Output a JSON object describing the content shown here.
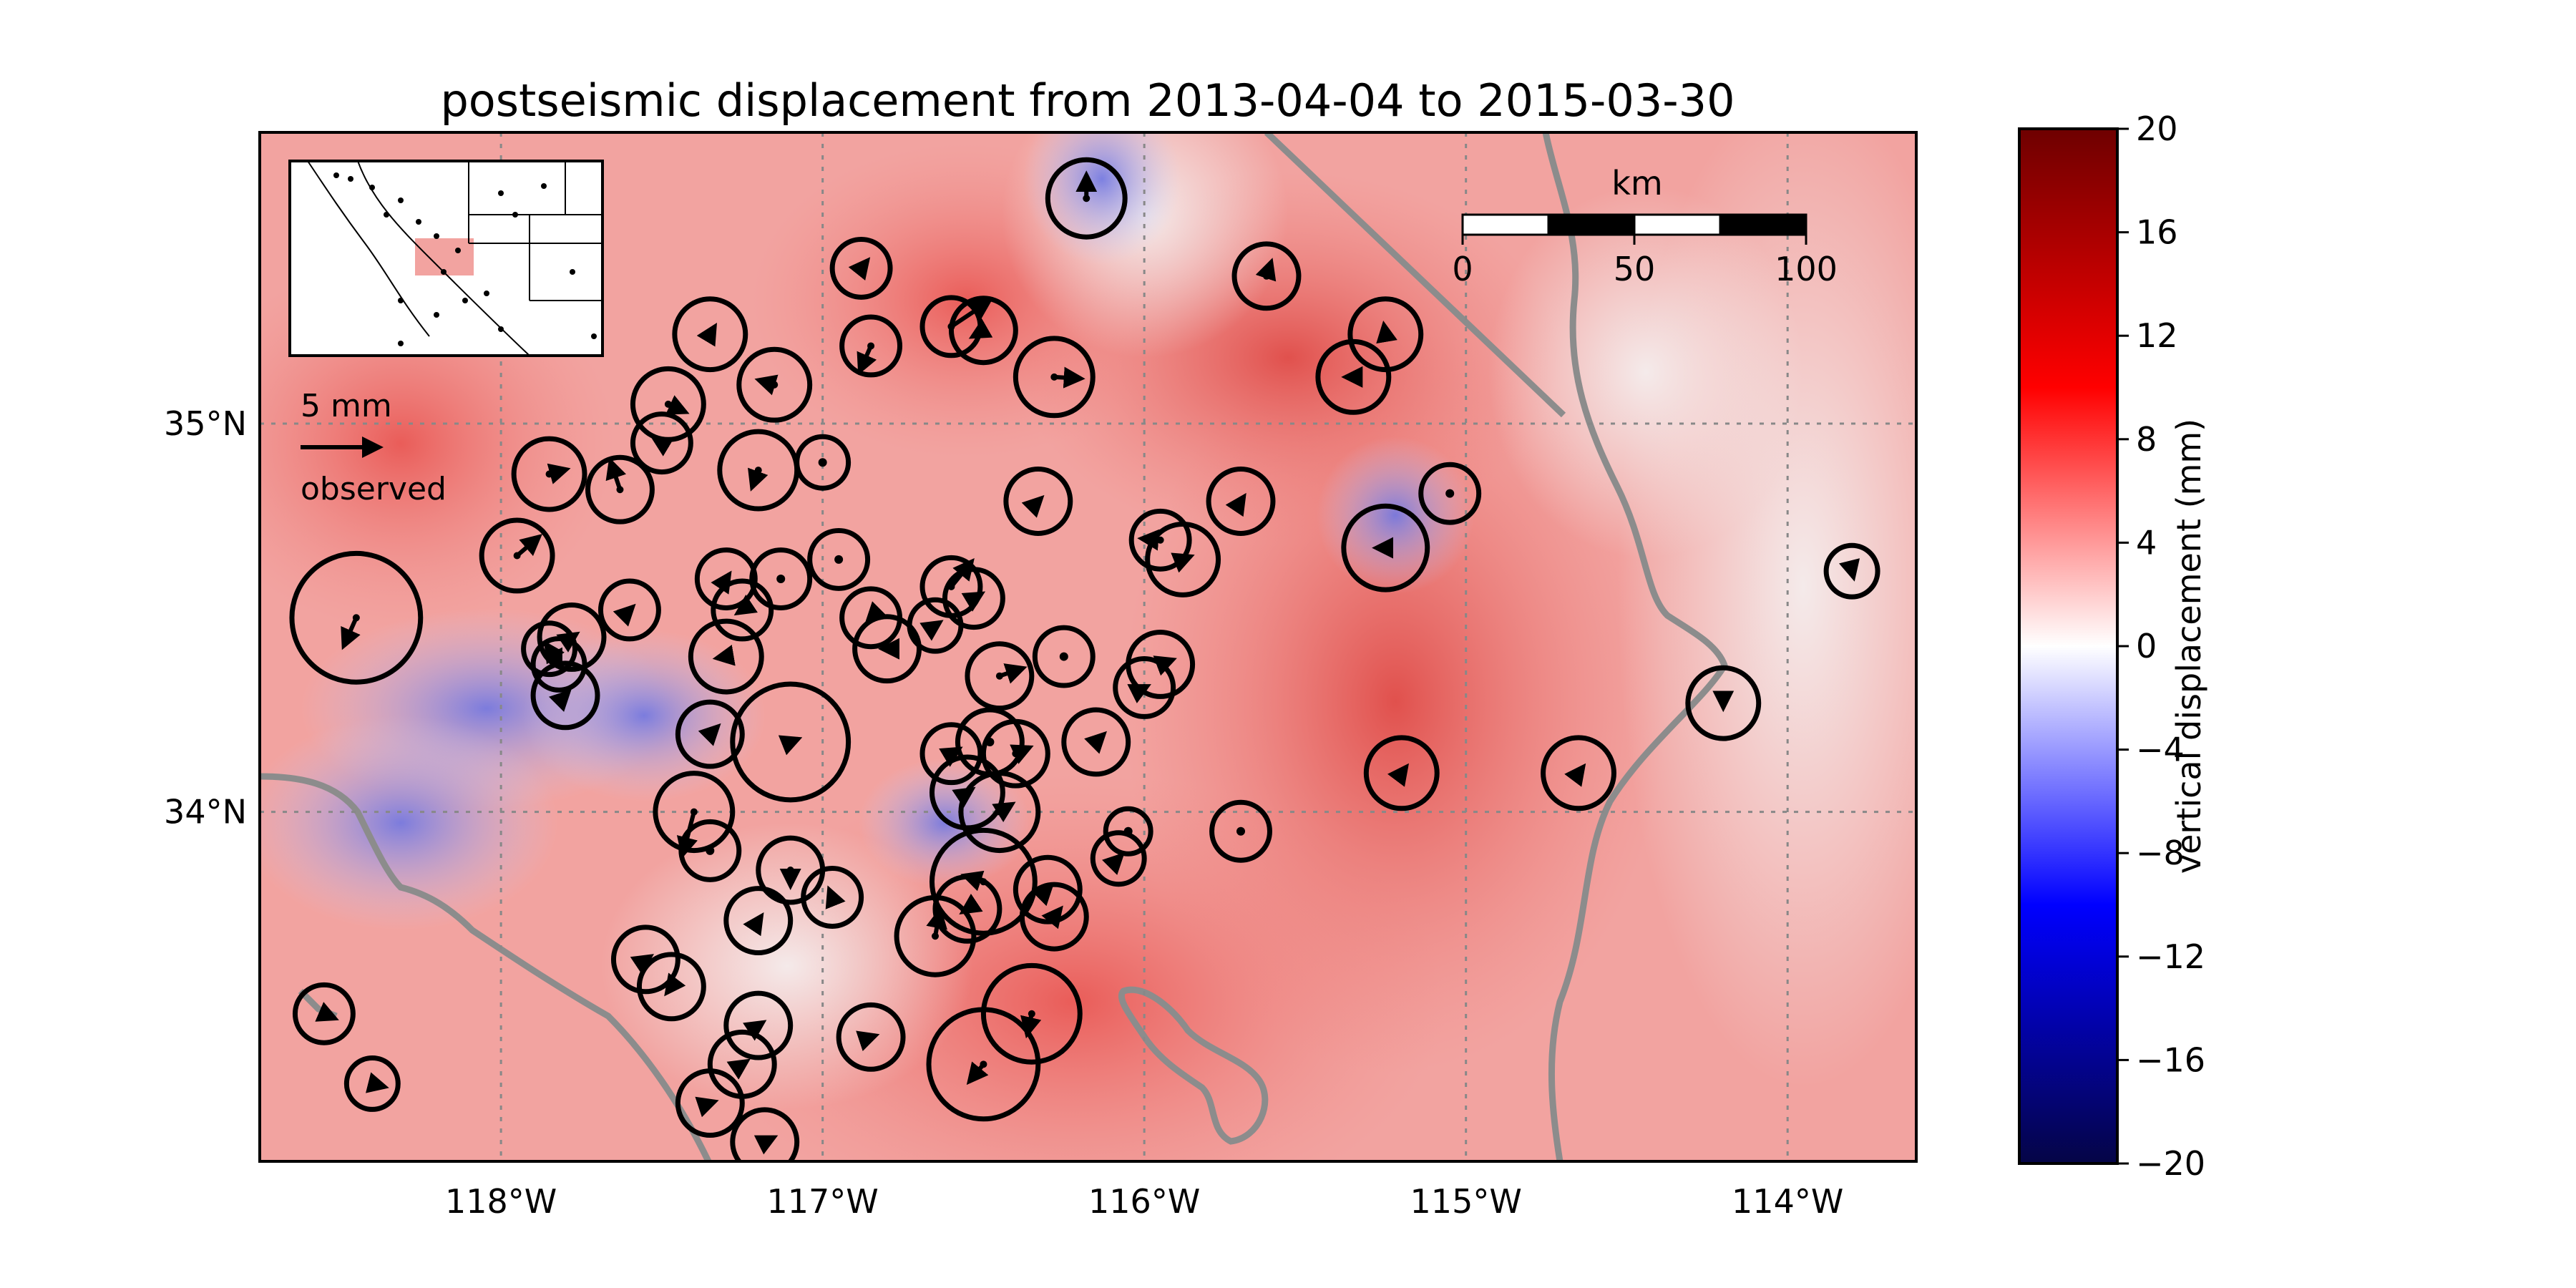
{
  "title": "postseismic displacement from 2013-04-04 to 2015-03-30",
  "map": {
    "lon_range": [
      -118.75,
      -113.6
    ],
    "lat_range": [
      33.1,
      35.75
    ],
    "lon_ticks": [
      {
        "value": -118,
        "label": "118°W"
      },
      {
        "value": -117,
        "label": "117°W"
      },
      {
        "value": -116,
        "label": "116°W"
      },
      {
        "value": -115,
        "label": "115°W"
      },
      {
        "value": -114,
        "label": "114°W"
      }
    ],
    "lat_ticks": [
      {
        "value": 35,
        "label": "35°N"
      },
      {
        "value": 34,
        "label": "34°N"
      }
    ],
    "grid": "dotted"
  },
  "scale_bar": {
    "unit": "km",
    "labels": [
      "0",
      "50",
      "100"
    ]
  },
  "legend": {
    "label_top": "5 mm",
    "label_bottom": "observed",
    "arrow_length_mm": 5
  },
  "colorbar": {
    "label": "vertical displacement (mm)",
    "range": [
      -20,
      20
    ],
    "ticks": [
      "20",
      "16",
      "12",
      "8",
      "4",
      "0",
      "−4",
      "−8",
      "−12",
      "−16",
      "−20"
    ],
    "colors": [
      "#050546",
      "#0000ff",
      "#ffffff",
      "#ff0000",
      "#6e0000"
    ]
  },
  "stations": [
    {
      "lon": -116.18,
      "lat": 35.58,
      "de": 0.0,
      "dn": 1.5,
      "r": 0.12
    },
    {
      "lon": -116.88,
      "lat": 35.4,
      "de": 0.4,
      "dn": 0.5,
      "r": 0.09
    },
    {
      "lon": -115.62,
      "lat": 35.38,
      "de": 0.3,
      "dn": 0.9,
      "r": 0.1
    },
    {
      "lon": -117.35,
      "lat": 35.23,
      "de": 0.3,
      "dn": 0.5,
      "r": 0.11
    },
    {
      "lon": -116.85,
      "lat": 35.2,
      "de": -0.7,
      "dn": -1.6,
      "r": 0.09
    },
    {
      "lon": -116.6,
      "lat": 35.25,
      "de": 2.4,
      "dn": 1.6,
      "r": 0.09
    },
    {
      "lon": -116.5,
      "lat": 35.24,
      "de": -0.7,
      "dn": -0.4,
      "r": 0.1
    },
    {
      "lon": -115.25,
      "lat": 35.23,
      "de": -0.1,
      "dn": 0.6,
      "r": 0.11
    },
    {
      "lon": -116.28,
      "lat": 35.12,
      "de": 1.7,
      "dn": -0.1,
      "r": 0.12
    },
    {
      "lon": -117.15,
      "lat": 35.1,
      "de": -1.0,
      "dn": 0.3,
      "r": 0.11
    },
    {
      "lon": -115.35,
      "lat": 35.12,
      "de": -0.5,
      "dn": 0.0,
      "r": 0.11
    },
    {
      "lon": -117.48,
      "lat": 35.05,
      "de": 1.1,
      "dn": -0.5,
      "r": 0.11
    },
    {
      "lon": -117.5,
      "lat": 34.95,
      "de": -0.5,
      "dn": 0.3,
      "r": 0.09
    },
    {
      "lon": -117.2,
      "lat": 34.88,
      "de": -0.4,
      "dn": -1.1,
      "r": 0.12
    },
    {
      "lon": -117.0,
      "lat": 34.9,
      "de": 0.0,
      "dn": 0.0,
      "r": 0.08
    },
    {
      "lon": -117.85,
      "lat": 34.87,
      "de": 1.1,
      "dn": 0.3,
      "r": 0.11
    },
    {
      "lon": -117.63,
      "lat": 34.83,
      "de": -0.6,
      "dn": 1.8,
      "r": 0.1
    },
    {
      "lon": -116.33,
      "lat": 34.8,
      "de": 0.2,
      "dn": 0.2,
      "r": 0.1
    },
    {
      "lon": -115.7,
      "lat": 34.8,
      "de": 0.2,
      "dn": 0.3,
      "r": 0.1
    },
    {
      "lon": -115.05,
      "lat": 34.82,
      "de": -0.1,
      "dn": 0.0,
      "r": 0.09
    },
    {
      "lon": -117.95,
      "lat": 34.66,
      "de": 1.4,
      "dn": 1.2,
      "r": 0.11
    },
    {
      "lon": -115.95,
      "lat": 34.7,
      "de": -1.2,
      "dn": 0.1,
      "r": 0.09
    },
    {
      "lon": -115.88,
      "lat": 34.65,
      "de": 0.5,
      "dn": 0.2,
      "r": 0.11
    },
    {
      "lon": -115.25,
      "lat": 34.68,
      "de": -0.6,
      "dn": 0.0,
      "r": 0.13
    },
    {
      "lon": -113.8,
      "lat": 34.62,
      "de": 0.1,
      "dn": -0.4,
      "r": 0.08
    },
    {
      "lon": -118.45,
      "lat": 34.5,
      "de": -0.8,
      "dn": -1.8,
      "r": 0.2
    },
    {
      "lon": -117.3,
      "lat": 34.6,
      "de": 0.2,
      "dn": 0.3,
      "r": 0.09
    },
    {
      "lon": -117.13,
      "lat": 34.6,
      "de": 0.0,
      "dn": 0.0,
      "r": 0.09
    },
    {
      "lon": -116.95,
      "lat": 34.65,
      "de": 0.0,
      "dn": 0.0,
      "r": 0.09
    },
    {
      "lon": -116.6,
      "lat": 34.58,
      "de": 1.3,
      "dn": 1.6,
      "r": 0.09
    },
    {
      "lon": -116.53,
      "lat": 34.55,
      "de": 0.5,
      "dn": 0.3,
      "r": 0.09
    },
    {
      "lon": -117.25,
      "lat": 34.52,
      "de": -0.3,
      "dn": -0.2,
      "r": 0.09
    },
    {
      "lon": -116.85,
      "lat": 34.5,
      "de": -0.2,
      "dn": -0.2,
      "r": 0.09
    },
    {
      "lon": -116.65,
      "lat": 34.48,
      "de": 0.3,
      "dn": 0.2,
      "r": 0.08
    },
    {
      "lon": -117.6,
      "lat": 34.52,
      "de": 0.2,
      "dn": 0.2,
      "r": 0.09
    },
    {
      "lon": -117.78,
      "lat": 34.45,
      "de": 0.3,
      "dn": 0.2,
      "r": 0.1
    },
    {
      "lon": -117.85,
      "lat": 34.42,
      "de": -0.2,
      "dn": 0.3,
      "r": 0.08
    },
    {
      "lon": -117.82,
      "lat": 34.38,
      "de": 0.1,
      "dn": -0.2,
      "r": 0.08
    },
    {
      "lon": -117.8,
      "lat": 34.3,
      "de": 0.2,
      "dn": 0.2,
      "r": 0.1
    },
    {
      "lon": -117.3,
      "lat": 34.4,
      "de": -0.6,
      "dn": -0.1,
      "r": 0.11
    },
    {
      "lon": -116.8,
      "lat": 34.42,
      "de": -0.3,
      "dn": 0.0,
      "r": 0.1
    },
    {
      "lon": -116.45,
      "lat": 34.35,
      "de": 1.5,
      "dn": 0.5,
      "r": 0.1
    },
    {
      "lon": -116.25,
      "lat": 34.4,
      "de": 0.1,
      "dn": -0.1,
      "r": 0.09
    },
    {
      "lon": -115.95,
      "lat": 34.38,
      "de": 0.8,
      "dn": 0.3,
      "r": 0.1
    },
    {
      "lon": -116.0,
      "lat": 34.32,
      "de": 0.2,
      "dn": 0.1,
      "r": 0.09
    },
    {
      "lon": -117.1,
      "lat": 34.18,
      "de": 0.5,
      "dn": 0.2,
      "r": 0.18
    },
    {
      "lon": -117.35,
      "lat": 34.2,
      "de": 0.5,
      "dn": 0.5,
      "r": 0.1
    },
    {
      "lon": -116.6,
      "lat": 34.15,
      "de": 0.5,
      "dn": 0.3,
      "r": 0.09
    },
    {
      "lon": -116.48,
      "lat": 34.18,
      "de": 0.1,
      "dn": 0.1,
      "r": 0.1
    },
    {
      "lon": -116.4,
      "lat": 34.15,
      "de": 0.9,
      "dn": 0.4,
      "r": 0.1
    },
    {
      "lon": -116.15,
      "lat": 34.18,
      "de": 0.5,
      "dn": 0.5,
      "r": 0.1
    },
    {
      "lon": -116.55,
      "lat": 34.05,
      "de": 0.3,
      "dn": 0.2,
      "r": 0.11
    },
    {
      "lon": -116.45,
      "lat": 34.0,
      "de": 0.8,
      "dn": 0.5,
      "r": 0.12
    },
    {
      "lon": -117.4,
      "lat": 34.0,
      "de": -0.7,
      "dn": -2.7,
      "r": 0.12
    },
    {
      "lon": -117.35,
      "lat": 33.9,
      "de": 0.0,
      "dn": 0.0,
      "r": 0.09
    },
    {
      "lon": -117.1,
      "lat": 33.85,
      "de": 0.0,
      "dn": -1.0,
      "r": 0.1
    },
    {
      "lon": -116.97,
      "lat": 33.78,
      "de": -0.2,
      "dn": 0.5,
      "r": 0.09
    },
    {
      "lon": -117.2,
      "lat": 33.72,
      "de": 0.2,
      "dn": 0.3,
      "r": 0.1
    },
    {
      "lon": -116.5,
      "lat": 33.82,
      "de": -1.2,
      "dn": 0.4,
      "r": 0.16
    },
    {
      "lon": -116.55,
      "lat": 33.75,
      "de": -0.3,
      "dn": -0.2,
      "r": 0.1
    },
    {
      "lon": -116.65,
      "lat": 33.68,
      "de": 0.3,
      "dn": 1.6,
      "r": 0.12
    },
    {
      "lon": -116.3,
      "lat": 33.8,
      "de": 0.2,
      "dn": 0.2,
      "r": 0.1
    },
    {
      "lon": -116.28,
      "lat": 33.73,
      "de": 0.4,
      "dn": 0.5,
      "r": 0.1
    },
    {
      "lon": -116.08,
      "lat": 33.88,
      "de": 0.2,
      "dn": 0.2,
      "r": 0.08
    },
    {
      "lon": -116.05,
      "lat": 33.95,
      "de": 0.0,
      "dn": 0.0,
      "r": 0.07
    },
    {
      "lon": -115.7,
      "lat": 33.95,
      "de": -0.1,
      "dn": 0.0,
      "r": 0.09
    },
    {
      "lon": -115.2,
      "lat": 34.1,
      "de": 0.3,
      "dn": 0.4,
      "r": 0.11
    },
    {
      "lon": -114.65,
      "lat": 34.1,
      "de": 0.3,
      "dn": 0.4,
      "r": 0.11
    },
    {
      "lon": -114.2,
      "lat": 34.28,
      "de": 0.0,
      "dn": -0.3,
      "r": 0.11
    },
    {
      "lon": -117.55,
      "lat": 33.62,
      "de": 0.3,
      "dn": 0.2,
      "r": 0.1
    },
    {
      "lon": -117.47,
      "lat": 33.55,
      "de": -0.3,
      "dn": -0.4,
      "r": 0.1
    },
    {
      "lon": -117.2,
      "lat": 33.45,
      "de": 0.3,
      "dn": 0.2,
      "r": 0.1
    },
    {
      "lon": -117.25,
      "lat": 33.35,
      "de": 0.3,
      "dn": 0.2,
      "r": 0.1
    },
    {
      "lon": -117.35,
      "lat": 33.25,
      "de": 0.3,
      "dn": 0.1,
      "r": 0.1
    },
    {
      "lon": -117.18,
      "lat": 33.15,
      "de": 0.6,
      "dn": 0.3,
      "r": 0.1
    },
    {
      "lon": -116.85,
      "lat": 33.42,
      "de": 0.3,
      "dn": 0.1,
      "r": 0.1
    },
    {
      "lon": -116.5,
      "lat": 33.35,
      "de": -0.9,
      "dn": -1.1,
      "r": 0.17
    },
    {
      "lon": -116.35,
      "lat": 33.48,
      "de": -0.3,
      "dn": -1.3,
      "r": 0.15
    },
    {
      "lon": -118.55,
      "lat": 33.48,
      "de": 0.7,
      "dn": -0.3,
      "r": 0.09
    },
    {
      "lon": -118.4,
      "lat": 33.3,
      "de": 0.8,
      "dn": -0.2,
      "r": 0.08
    }
  ]
}
